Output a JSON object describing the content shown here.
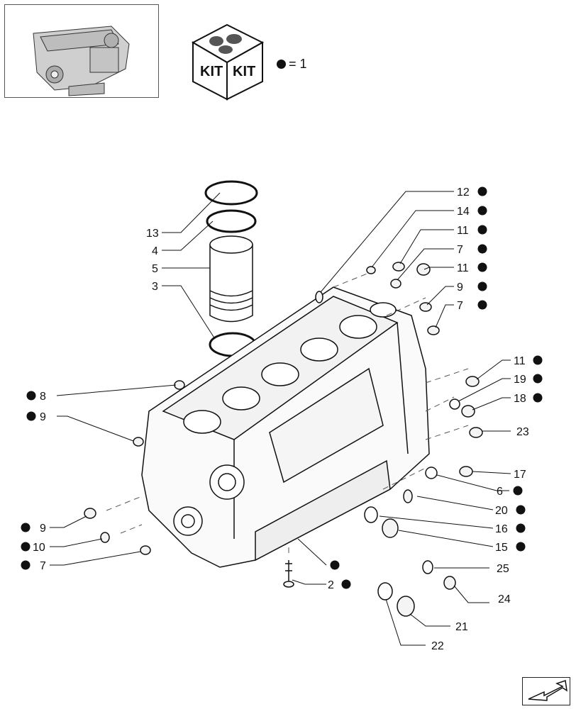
{
  "kit_legend": {
    "equals_text": "= 1"
  },
  "kit_box": {
    "label_left": "KIT",
    "label_right": "KIT"
  },
  "callouts": [
    {
      "id": "c12",
      "label": "12",
      "marker": true
    },
    {
      "id": "c14",
      "label": "14",
      "marker": true
    },
    {
      "id": "c11a",
      "label": "11",
      "marker": true
    },
    {
      "id": "c7a",
      "label": "7",
      "marker": true
    },
    {
      "id": "c11b",
      "label": "11",
      "marker": true
    },
    {
      "id": "c9a",
      "label": "9",
      "marker": true
    },
    {
      "id": "c7b",
      "label": "7",
      "marker": true
    },
    {
      "id": "c13",
      "label": "13",
      "marker": false
    },
    {
      "id": "c4",
      "label": "4",
      "marker": false
    },
    {
      "id": "c5",
      "label": "5",
      "marker": false
    },
    {
      "id": "c3",
      "label": "3",
      "marker": false
    },
    {
      "id": "c11c",
      "label": "11",
      "marker": true
    },
    {
      "id": "c19",
      "label": "19",
      "marker": true
    },
    {
      "id": "c18",
      "label": "18",
      "marker": true
    },
    {
      "id": "c23",
      "label": "23",
      "marker": false
    },
    {
      "id": "c8",
      "label": "8",
      "marker": true
    },
    {
      "id": "c9b",
      "label": "9",
      "marker": true
    },
    {
      "id": "c17",
      "label": "17",
      "marker": false
    },
    {
      "id": "c6",
      "label": "6",
      "marker": true
    },
    {
      "id": "c20",
      "label": "20",
      "marker": true
    },
    {
      "id": "c16",
      "label": "16",
      "marker": true
    },
    {
      "id": "c15",
      "label": "15",
      "marker": true
    },
    {
      "id": "c9c",
      "label": "9",
      "marker": true
    },
    {
      "id": "c10",
      "label": "10",
      "marker": true
    },
    {
      "id": "c7c",
      "label": "7",
      "marker": true
    },
    {
      "id": "c25",
      "label": "25",
      "marker": false
    },
    {
      "id": "c2",
      "label": "2",
      "marker": true
    },
    {
      "id": "c24",
      "label": "24",
      "marker": false
    },
    {
      "id": "c21",
      "label": "21",
      "marker": false
    },
    {
      "id": "c22",
      "label": "22",
      "marker": false
    }
  ],
  "icons": {
    "engine_thumbnail": "engine-thumbnail-icon",
    "kit_box": "kit-box-icon",
    "next_page": "next-page-arrow-icon"
  },
  "colors": {
    "line": "#111111",
    "marker": "#111111"
  }
}
